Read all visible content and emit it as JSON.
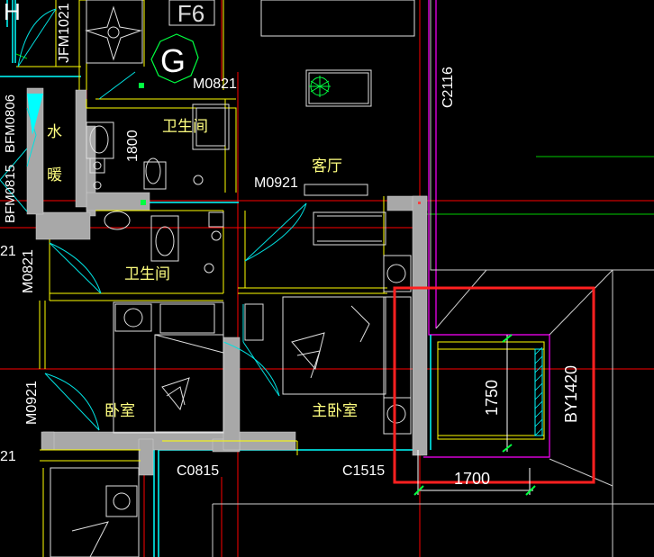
{
  "drawing": {
    "room_labels": {
      "bath_upper": "卫生间",
      "bath_lower": "卫生间",
      "living": "客厅",
      "bedroom": "卧室",
      "master_bedroom": "主卧室",
      "water_heating_1": "水",
      "water_heating_2": "暖"
    },
    "codes": {
      "f6": "F6",
      "g": "G",
      "jfm": "JFM1021",
      "m0821_top": "M0821",
      "m0921_living": "M0921",
      "bfm0815": "BFM0815",
      "bfm0806": "BFM0806",
      "m0821_left": "M0821",
      "m0921_left": "M0921",
      "c2116": "C2116",
      "c0815": "C0815",
      "c1515": "C1515",
      "by1420": "BY1420",
      "dim_1800": "1800",
      "dim_1750": "1750",
      "dim_1700": "1700",
      "edge_21": "21",
      "edge_top_h": "H",
      "edge_21b": "21"
    },
    "colors": {
      "background": "#000000",
      "wall_fill": "#a0a0a0",
      "yellow": "#ffff00",
      "cyan": "#00ffff",
      "red_axis": "#ff0000",
      "green": "#00ff00",
      "white": "#ffffff",
      "magenta": "#ff00ff",
      "highlight_box": "#ff2020",
      "text_yellow": "#ffff80"
    }
  }
}
